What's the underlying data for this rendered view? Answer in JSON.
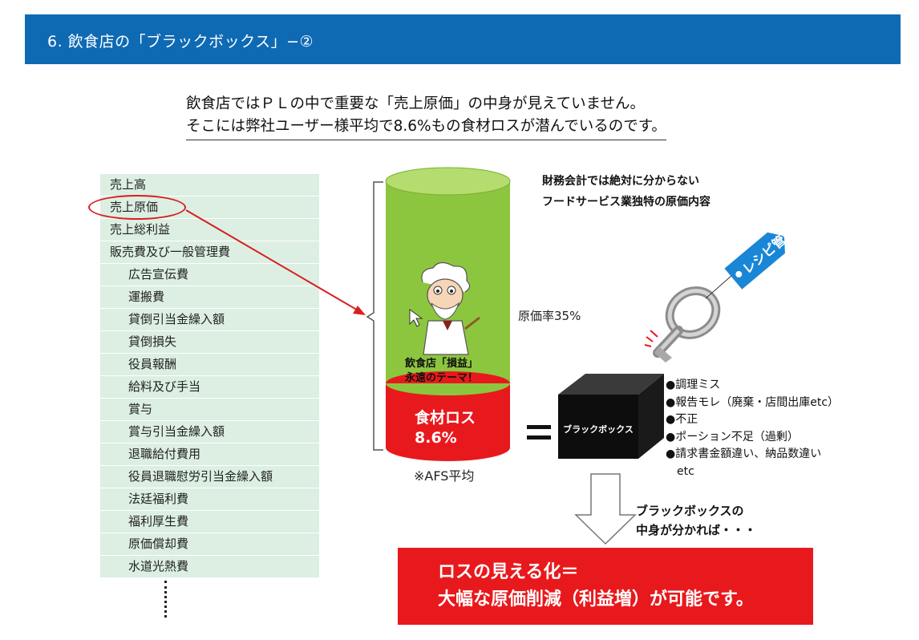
{
  "header": {
    "title": "6. 飲食店の「ブラックボックス」−②",
    "color": "#0f6ab4"
  },
  "intro": {
    "line1": "飲食店ではＰＬの中で重要な「売上原価」の中身が見えていません。",
    "line2": "そこには弊社ユーザー様平均で8.6%もの食材ロスが潜んでいるのです。"
  },
  "pl_items": [
    "売上高",
    "売上原価",
    "売上総利益",
    "販売費及び一般管理費",
    "広告宣伝費",
    "運搬費",
    "貸倒引当金繰入額",
    "貸倒損失",
    "役員報酬",
    "給料及び手当",
    "賞与",
    "賞与引当金繰入額",
    "退職給付費用",
    "役員退職慰労引当金繰入額",
    "法廷福利費",
    "福利厚生費",
    "原価償却費",
    "水道光熱費"
  ],
  "cylinder": {
    "upper_label_1": "飲食店「損益」",
    "upper_label_2": "永遠のテーマ！",
    "loss_label": "食材ロス",
    "loss_value": "8.6%",
    "ratio_label": "原価率35%",
    "note": "※AFS平均",
    "colors": {
      "green": "#8cc63f",
      "red": "#e8191d"
    }
  },
  "finance_note": {
    "line1": "財務会計では絶対に分からない",
    "line2": "フードサービス業独特の原価内容"
  },
  "key_tag": "レシピ管理",
  "black_box_label": "ブラックボックス",
  "black_box_items": [
    "●調理ミス",
    "●報告モレ（廃棄・店間出庫etc）",
    "●不正",
    "●ポーション不足（過剰）",
    "●請求書金額違い、納品数違い",
    "　etc"
  ],
  "conclusion_note": {
    "line1": "ブラックボックスの",
    "line2": "中身が分かれば・・・"
  },
  "result": {
    "line1": "ロスの見える化＝",
    "line2": "大幅な原価削減（利益増）が可能です。"
  }
}
